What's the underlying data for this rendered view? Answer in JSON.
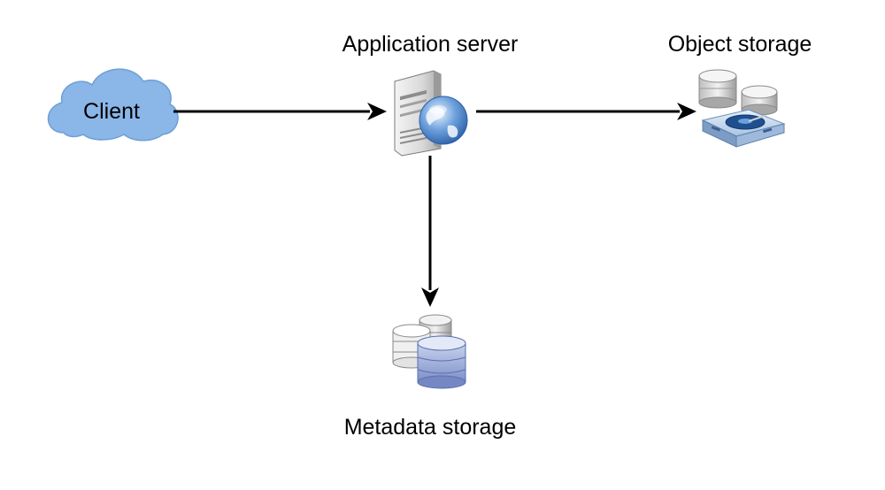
{
  "diagram": {
    "nodes": {
      "client": {
        "label": "Client",
        "icon": "cloud-icon",
        "color": "#8ab6e8"
      },
      "app_server": {
        "label": "Application server",
        "icon": "web-server-icon"
      },
      "object_storage": {
        "label": "Object storage",
        "icon": "storage-drives-icon"
      },
      "metadata_storage": {
        "label": "Metadata storage",
        "icon": "database-stack-icon"
      }
    },
    "edges": [
      {
        "from": "Client",
        "to": "Application server"
      },
      {
        "from": "Application server",
        "to": "Object storage"
      },
      {
        "from": "Application server",
        "to": "Metadata storage"
      }
    ],
    "edge_color": "#000000"
  }
}
